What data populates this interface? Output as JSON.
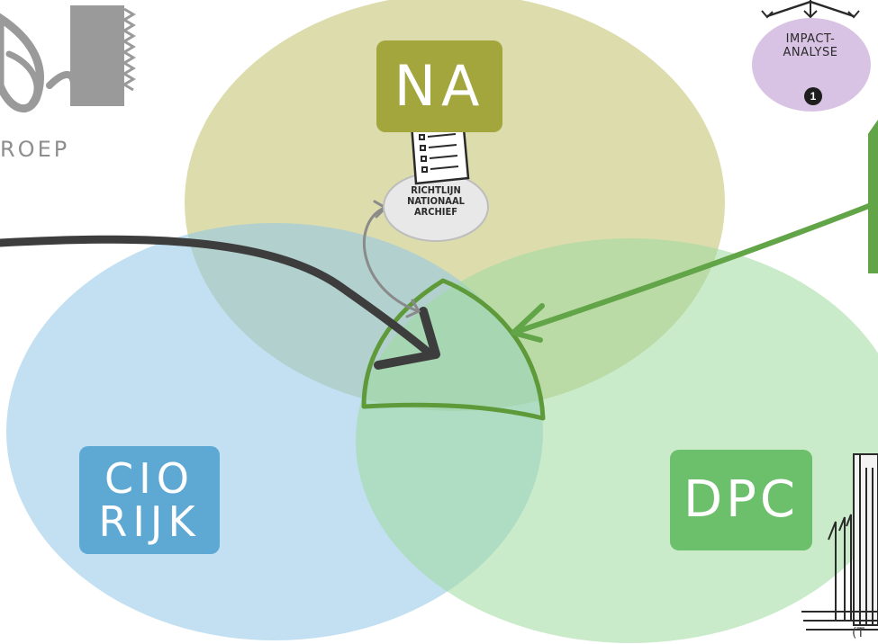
{
  "labels": {
    "na": "NA",
    "cio_line1": "CIO",
    "cio_line2": "RIJK",
    "dpc": "DPC",
    "richtlijn_line1": "RICHTLIJN",
    "richtlijn_line2": "NATIONAAL",
    "richtlijn_line3": "ARCHIEF",
    "impact_line1": "IMPACT-",
    "impact_line2": "ANALYSE",
    "impact_number": "1",
    "groep": "ROEP",
    "bottom_partial": "(T"
  },
  "colors": {
    "na_circle": "#cfcf8e",
    "cio_circle": "#8fc6e8",
    "dpc_circle": "#9edb9e",
    "na_box": "#a2a63c",
    "cio_box": "#5ea9d4",
    "dpc_box": "#6cc06c",
    "intersection_outline": "#5f9a3a",
    "dark_arrow": "#3d3d3d",
    "green_arrow": "#62a548",
    "impact_bubble": "#d9c3e4",
    "sketch_grey": "#9a9a9a"
  }
}
